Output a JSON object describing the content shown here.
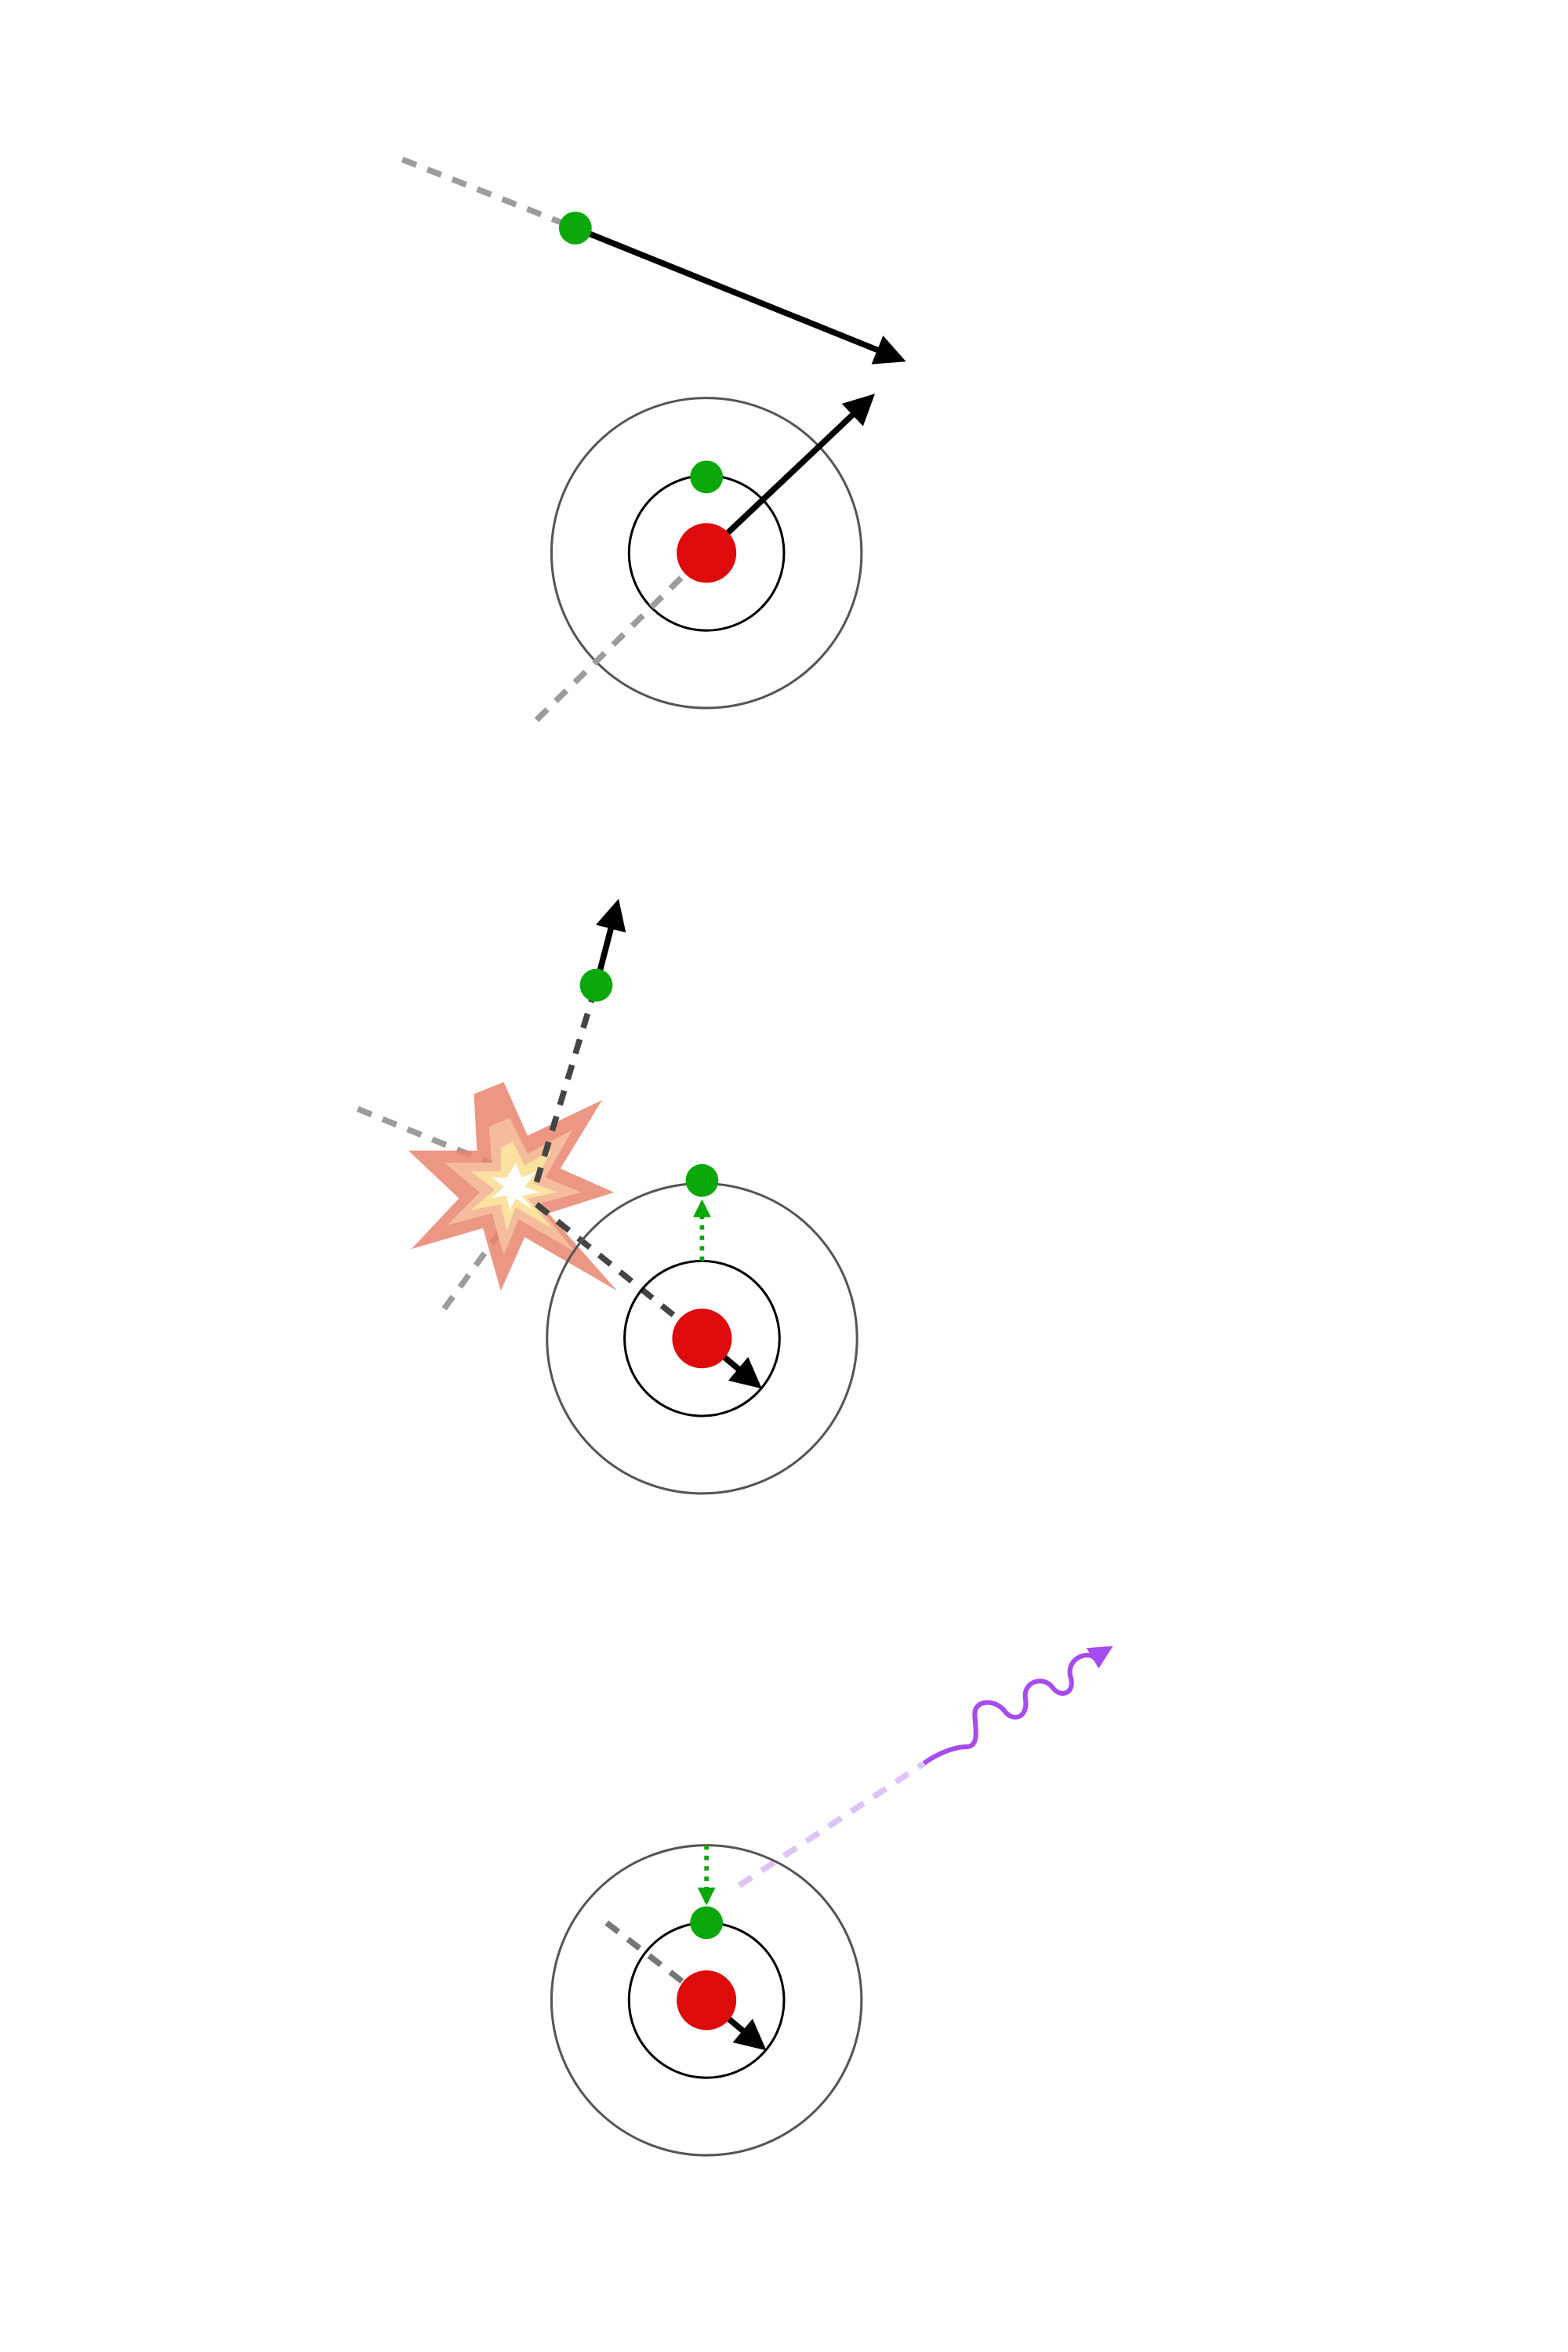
{
  "diagram": {
    "panels": [
      {
        "id": "approach",
        "description_visible": ""
      },
      {
        "id": "collision",
        "description_visible": ""
      },
      {
        "id": "emission",
        "description_visible": ""
      }
    ]
  },
  "colors": {
    "nucleus": "#dd0b0b",
    "electron": "#0aa80a",
    "outer_shell": "#555555",
    "inner_shell": "#000000",
    "momentum_arrow": "#000000",
    "trail_light": "#9c9c9c",
    "trail_dark": "#444444",
    "transition_arrow": "#0aa80a",
    "photon": "#a64bee",
    "photon_trail": "#dcc3f8",
    "burst_outer": "#e9846f",
    "burst_mid": "#f5c0a0",
    "burst_inner": "#fbe2a0",
    "burst_core": "#ffffff"
  },
  "icons": {
    "burst": "collision-burst-icon",
    "photon": "photon-wave-icon"
  }
}
